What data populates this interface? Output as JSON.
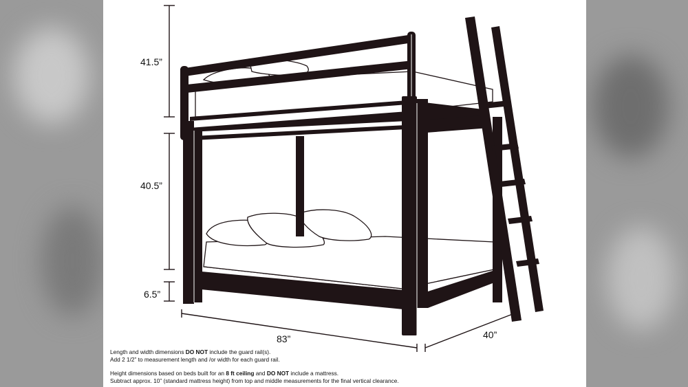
{
  "dimensions": {
    "top_height": "41.5”",
    "middle_height": "40.5”",
    "bottom_height": "6.5”",
    "length": "83”",
    "width": "40”"
  },
  "notes": {
    "line1_pre": "Length and width dimensions ",
    "line1_bold": "DO NOT",
    "line1_post": " include the guard rail(s).",
    "line2": "Add 2 1/2” to measurement length and /or width for each guard rail.",
    "line3_pre": "Height dimensions based on beds built for an ",
    "line3_bold1": "8 ft ceiling",
    "line3_mid": " and ",
    "line3_bold2": "DO NOT",
    "line3_post": " include a mattress.",
    "line4": "Subtract approx. 10” (standard mattress height) from top and middle measurements for the final vertical clearance."
  },
  "colors": {
    "frame": "#1f1416",
    "background_side": "#9a9a9a",
    "paper": "#ffffff"
  }
}
